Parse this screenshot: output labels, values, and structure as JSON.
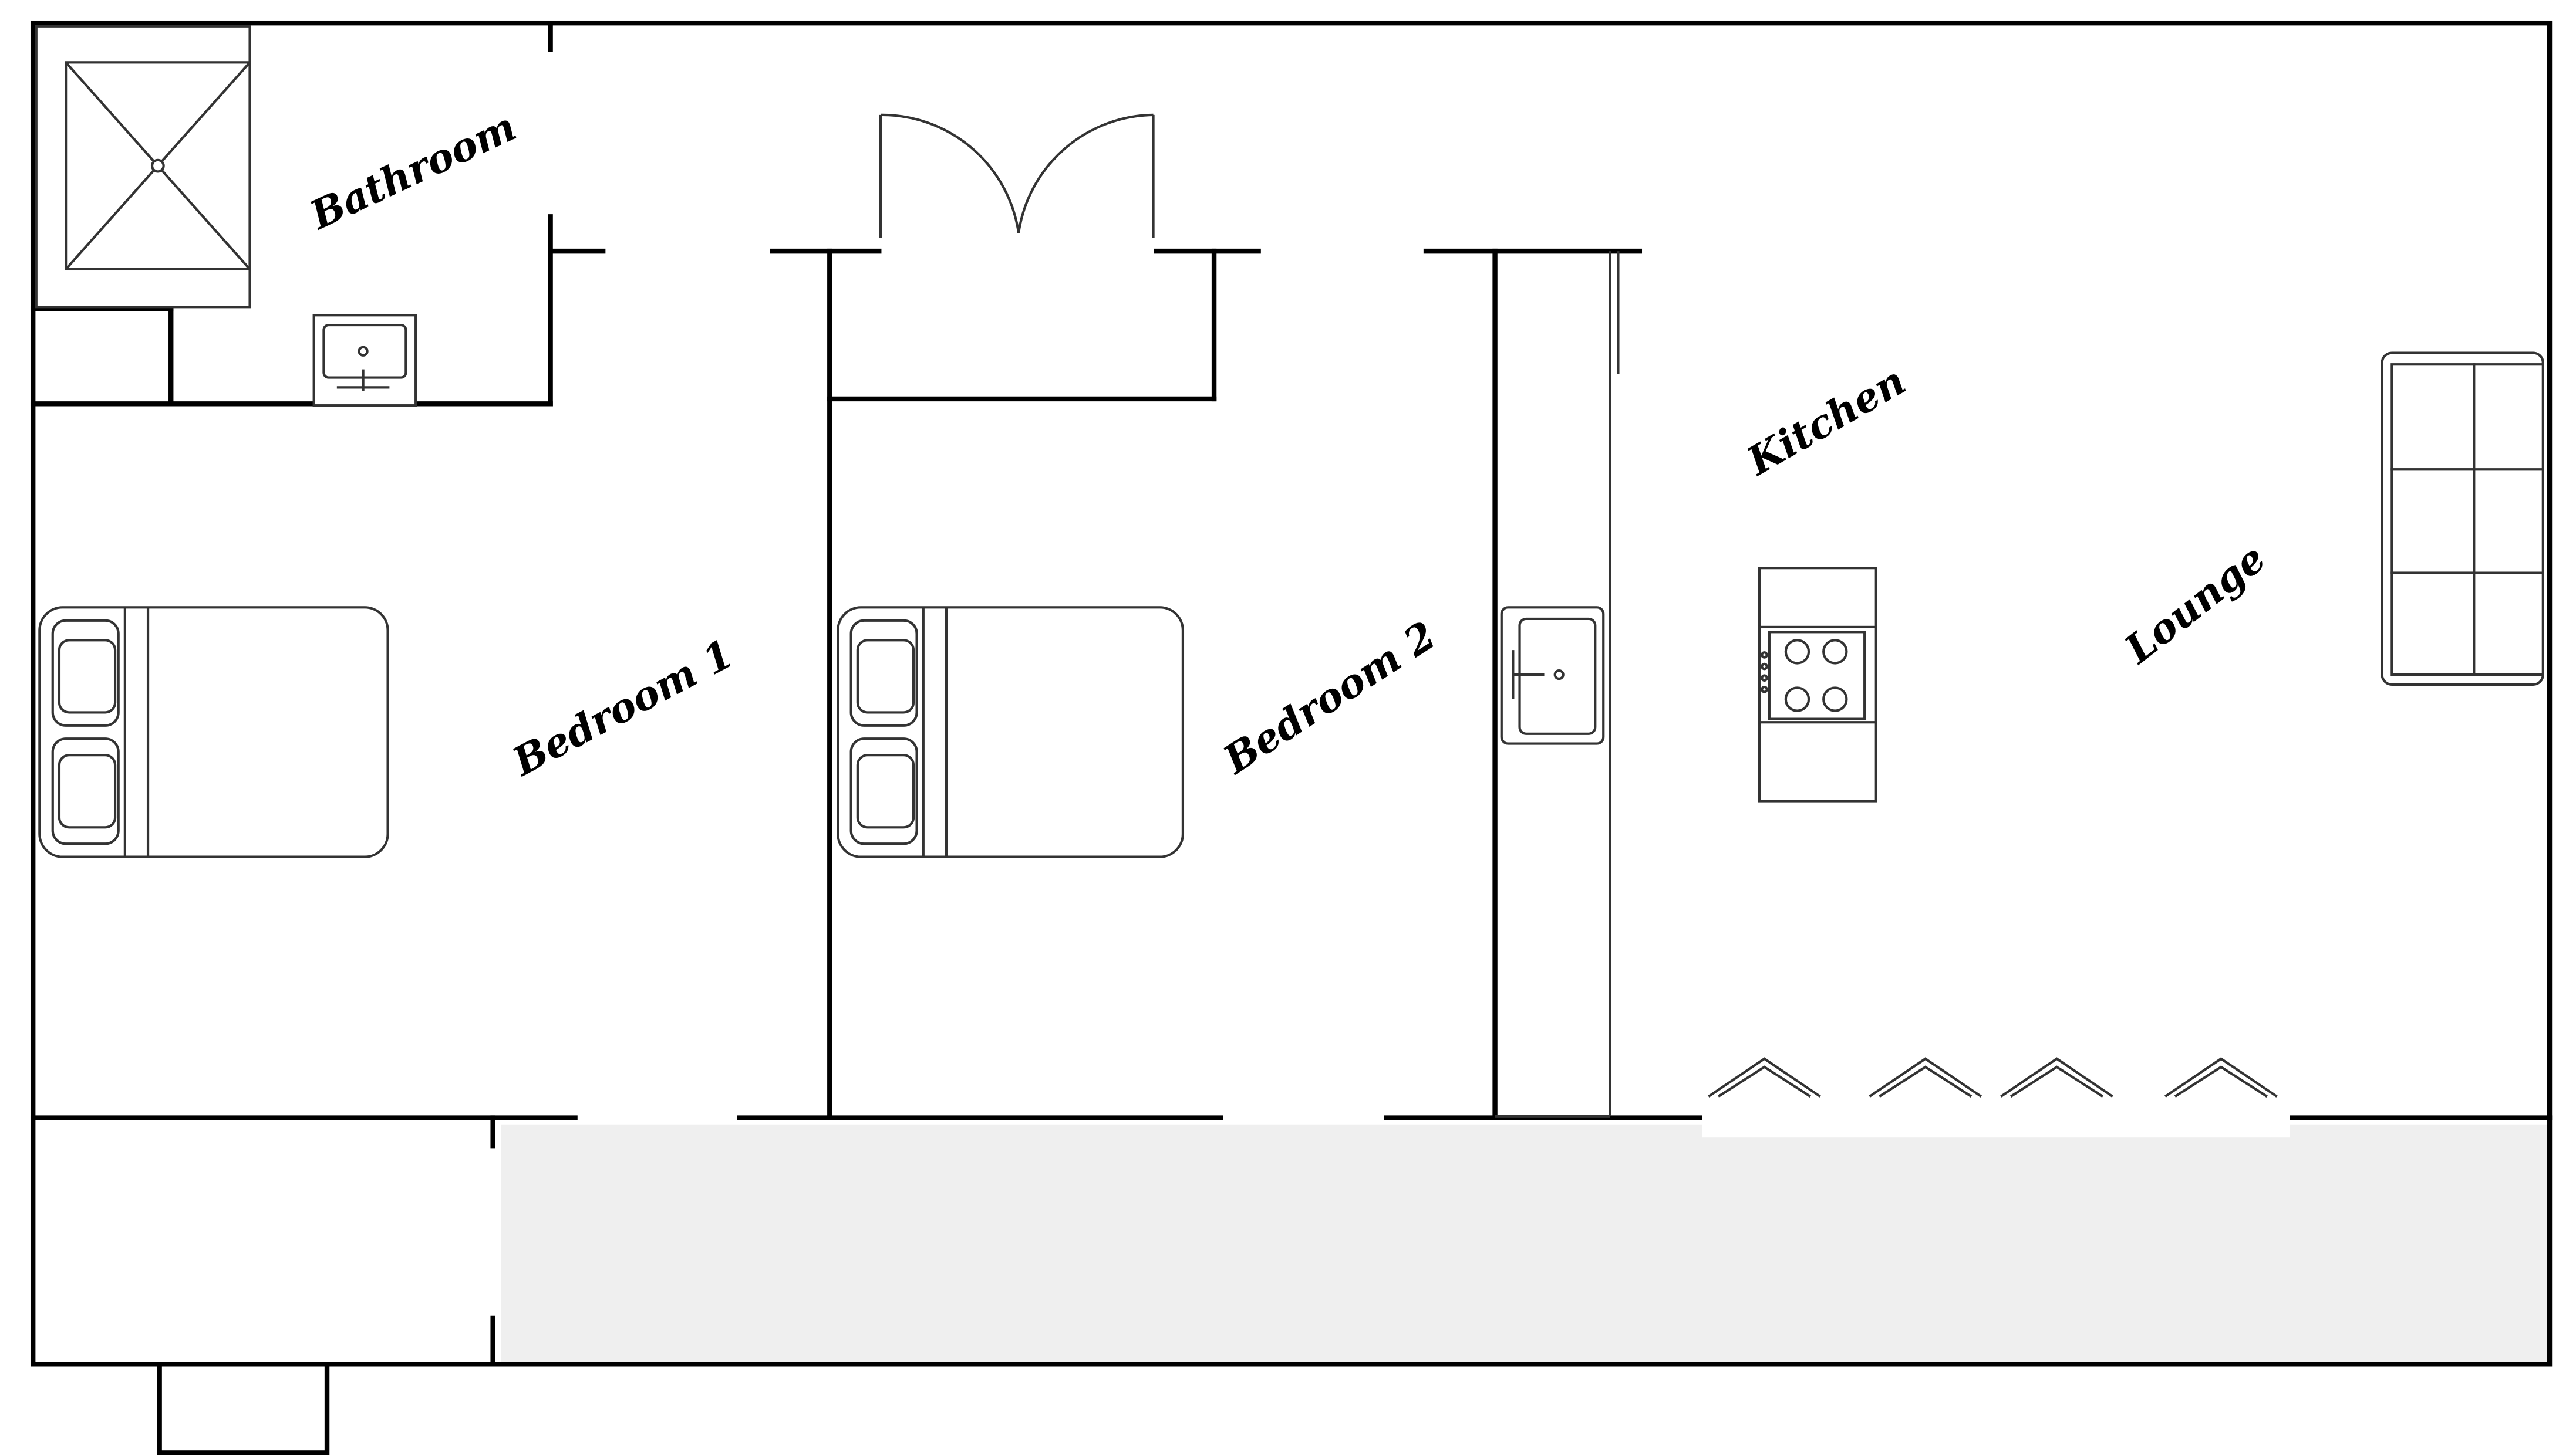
{
  "rooms": {
    "bathroom": "Bathroom",
    "bedroom1": "Bedroom 1",
    "bedroom2": "Bedroom 2",
    "kitchen": "Kitchen",
    "lounge": "Lounge"
  },
  "colors": {
    "wall": "#000000",
    "fixture": "#333333",
    "paving": "#efefef",
    "background": "#ffffff"
  }
}
